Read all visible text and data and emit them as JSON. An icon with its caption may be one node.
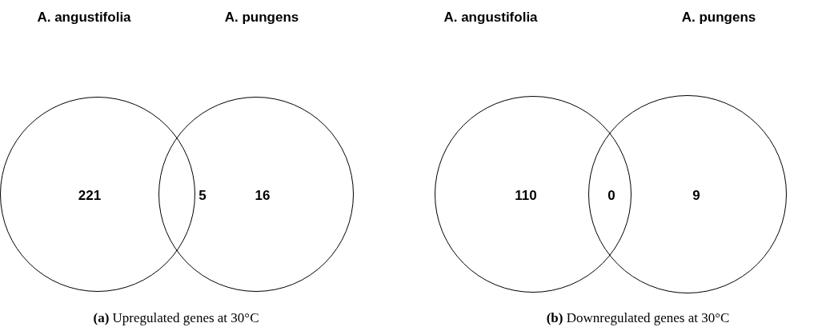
{
  "diagram": {
    "nodes": [
      {
        "text": [
          "221"
        ]
      },
      {
        "text": [
          "16"
        ]
      },
      {
        "text": [
          "110"
        ]
      },
      {
        "text": [
          "9"
        ]
      }
    ],
    "labels": [
      "A. angustifolia",
      "A. pungens",
      "A. angustifolia",
      "A. pungens",
      "5",
      "0",
      "**(a)** Upregulated genes at 30°C",
      "**(b)** Downregulated genes at 30°C"
    ]
  }
}
